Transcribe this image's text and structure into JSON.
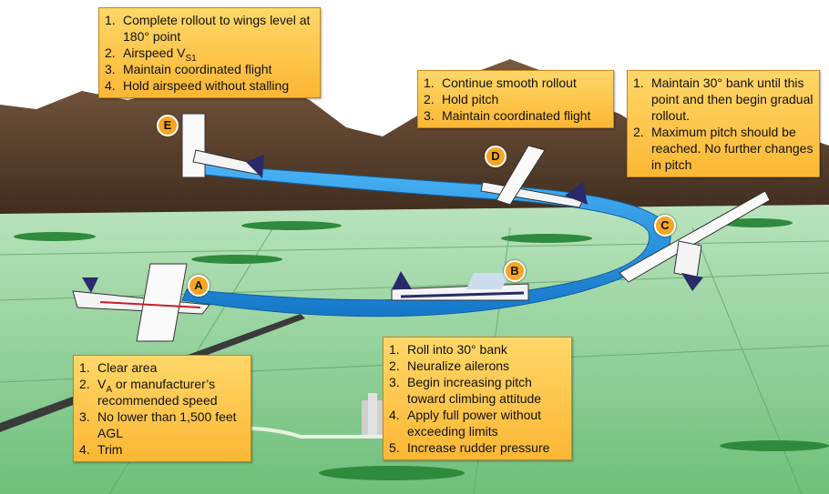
{
  "markers": {
    "a": "A",
    "b": "B",
    "c": "C",
    "d": "D",
    "e": "E"
  },
  "callout_e": {
    "items": [
      "Complete rollout to wings level at 180° point",
      "Airspeed V",
      "Maintain coordinated flight",
      "Hold airspeed without stalling"
    ],
    "vs_sub": "S1"
  },
  "callout_d": {
    "items": [
      "Continue smooth rollout",
      "Hold pitch",
      "Maintain coordinated flight"
    ]
  },
  "callout_c": {
    "items": [
      "Maintain 30° bank until this point and then begin gradual rollout.",
      "Maximum pitch should be reached. No further changes in pitch"
    ]
  },
  "callout_a": {
    "item2_pre": "V",
    "item2_sub": "A",
    "item2_post": " or manufacturer’s recommended speed",
    "items": [
      "Clear area",
      "",
      "No lower than 1,500 feet AGL",
      "Trim"
    ]
  },
  "callout_b": {
    "items": [
      "Roll into 30° bank",
      "Neuralize ailerons",
      "Begin increasing pitch toward climbing attitude",
      "Apply full power without exceeding limits",
      "Increase rudder pressure"
    ]
  },
  "numbers": [
    "1.",
    "2.",
    "3.",
    "4.",
    "5."
  ],
  "colors": {
    "sky": "#ffffff",
    "mountain": "#5a3f2a",
    "field": "#7fc68a",
    "path": "#1f8fe0",
    "callout": "#fbc041",
    "marker": "#f6a623"
  }
}
